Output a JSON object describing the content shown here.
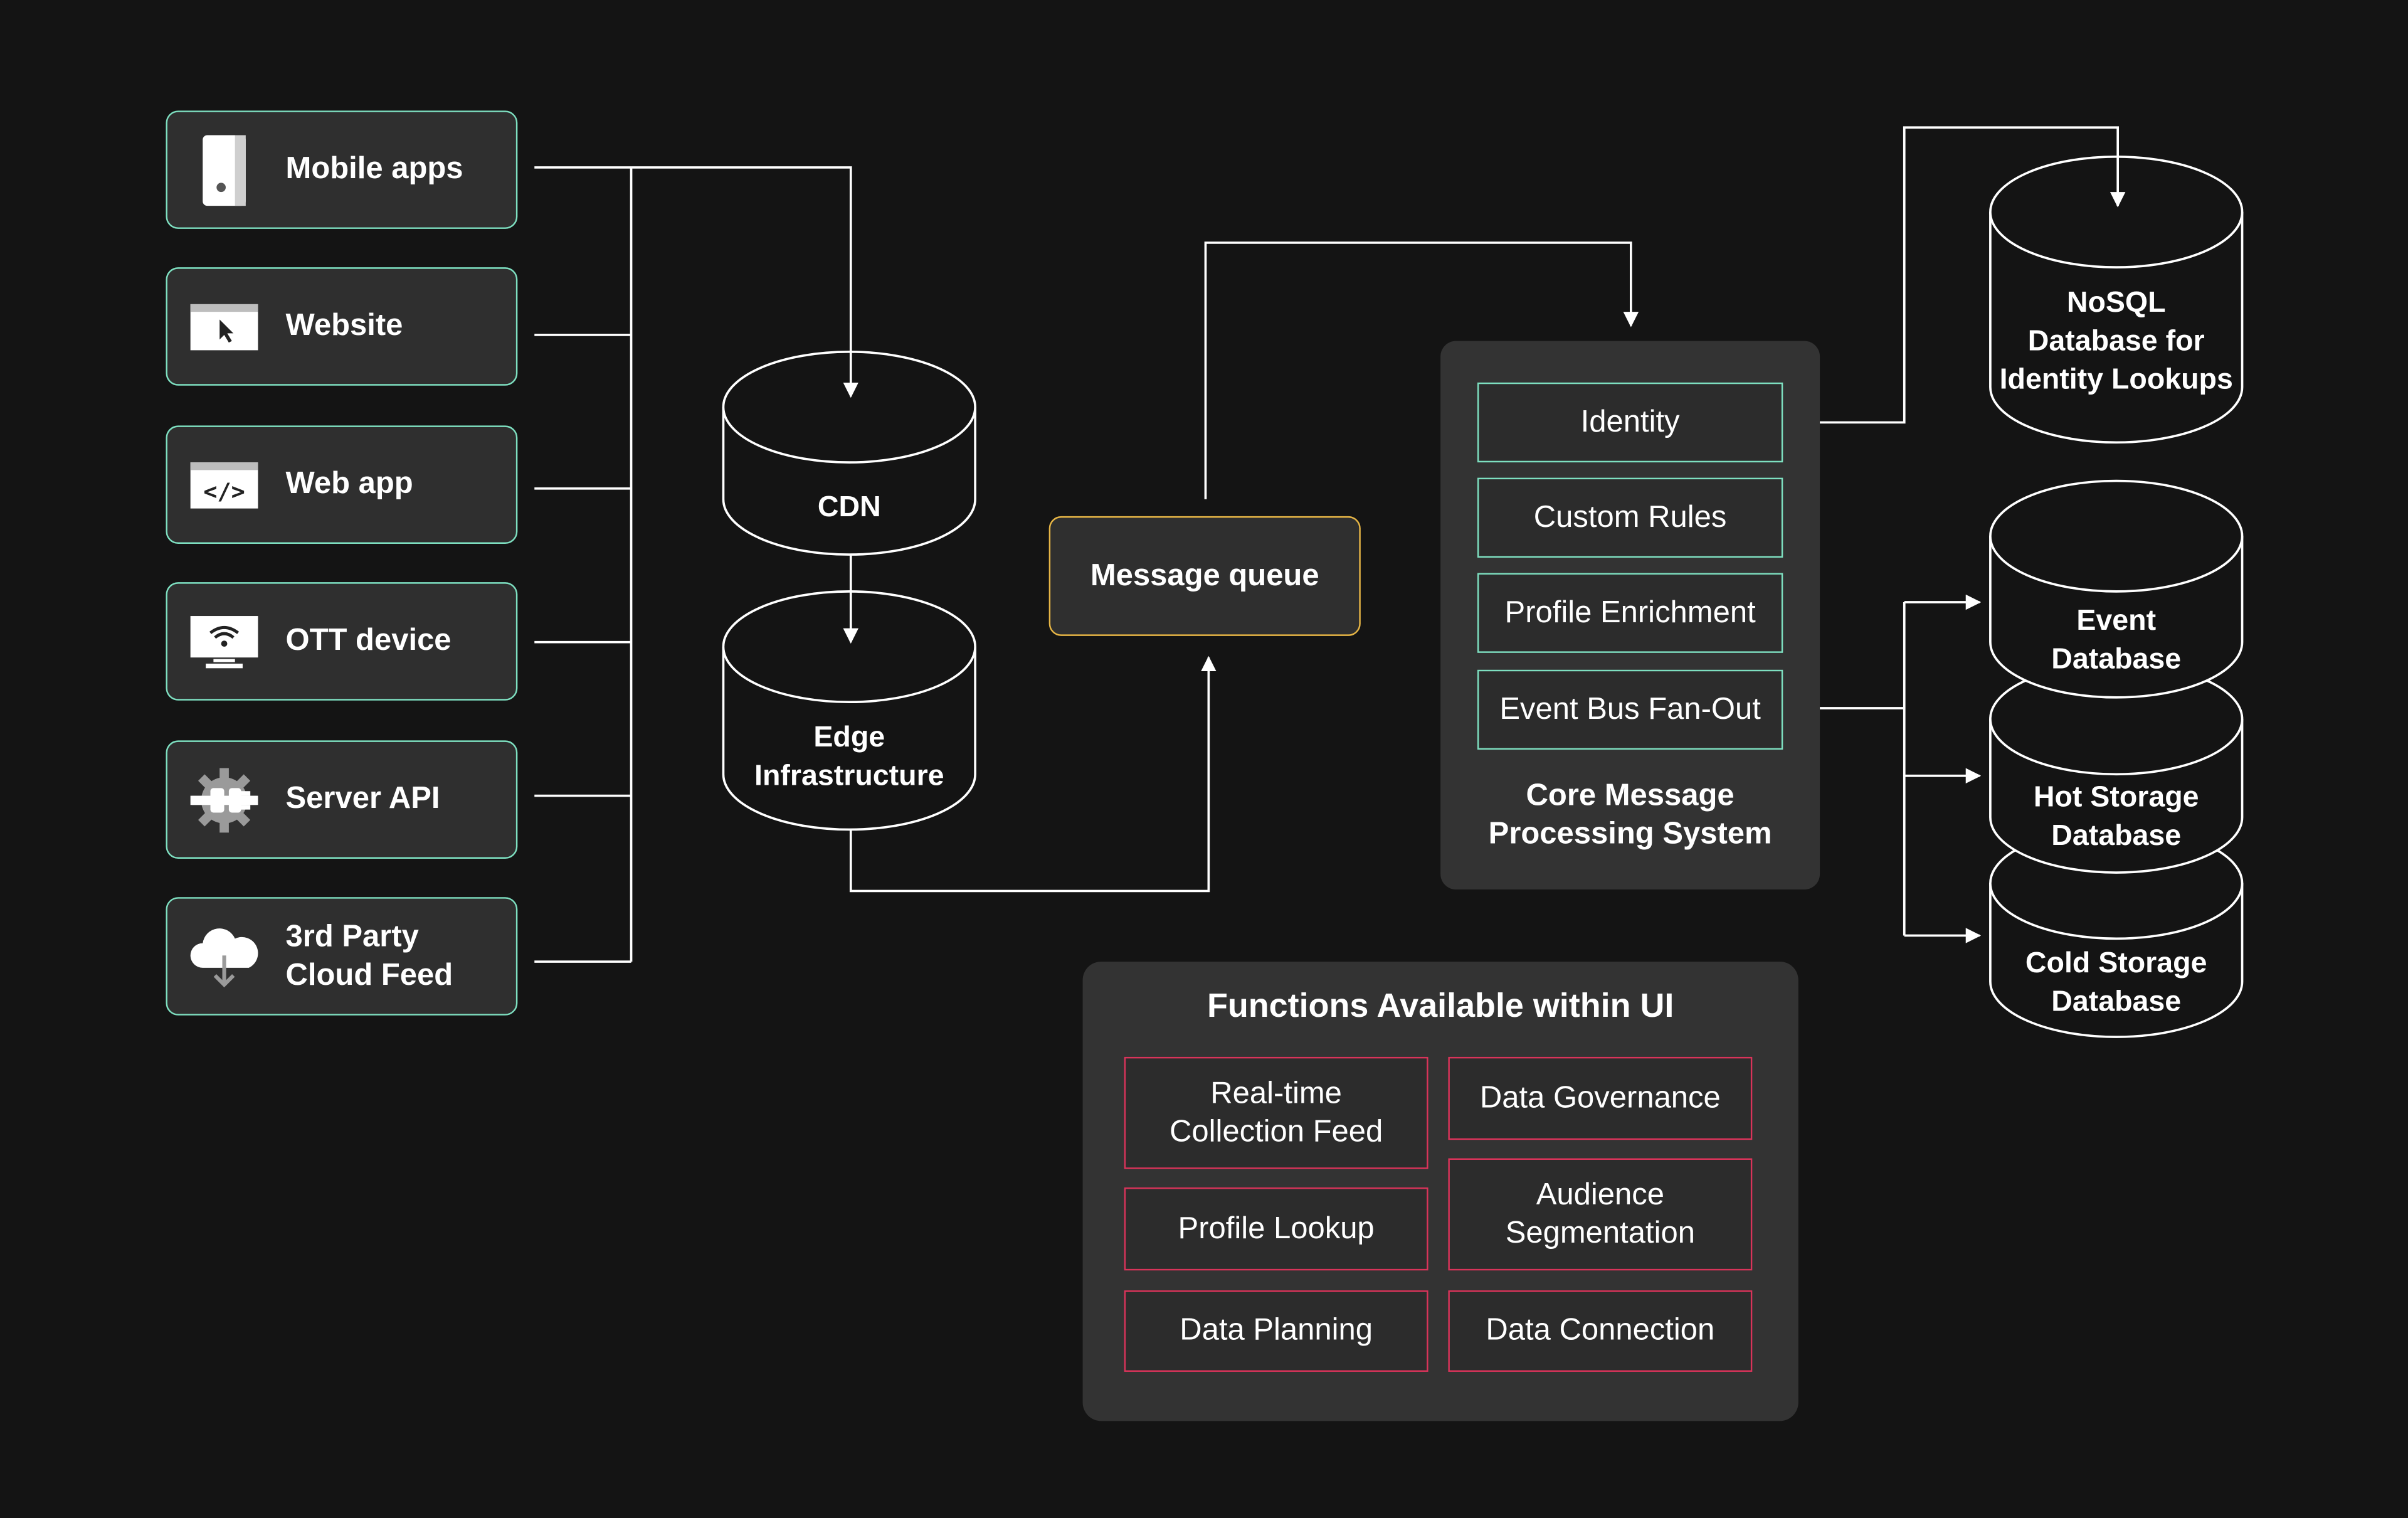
{
  "sources": [
    {
      "label": "Mobile apps",
      "icon": "mobile-phone-icon"
    },
    {
      "label": "Website",
      "icon": "browser-cursor-icon"
    },
    {
      "label": "Web app",
      "icon": "code-window-icon"
    },
    {
      "label": "OTT device",
      "icon": "wifi-monitor-icon"
    },
    {
      "label": "Server API",
      "icon": "gear-plug-icon"
    },
    {
      "label": "3rd Party\nCloud Feed",
      "icon": "cloud-download-icon"
    }
  ],
  "pipeline": {
    "cdn": "CDN",
    "edge": "Edge\nInfrastructure",
    "message_queue": "Message queue"
  },
  "core": {
    "items": [
      "Identity",
      "Custom Rules",
      "Profile Enrichment",
      "Event Bus Fan-Out"
    ],
    "title": "Core Message\nProcessing System"
  },
  "databases": {
    "nosql": "NoSQL\nDatabase for\nIdentity Lookups",
    "event": "Event\nDatabase",
    "hot": "Hot Storage\nDatabase",
    "cold": "Cold Storage\nDatabase"
  },
  "functions": {
    "title": "Functions Available within UI",
    "items": [
      "Real-time\nCollection Feed",
      "Data Governance",
      "Profile Lookup",
      "Audience\nSegmentation",
      "Data Planning",
      "Data Connection"
    ]
  },
  "colors": {
    "background": "#141414",
    "source_border": "#7ee0c1",
    "queue_border": "#e6b545",
    "function_border": "#d9345a"
  }
}
